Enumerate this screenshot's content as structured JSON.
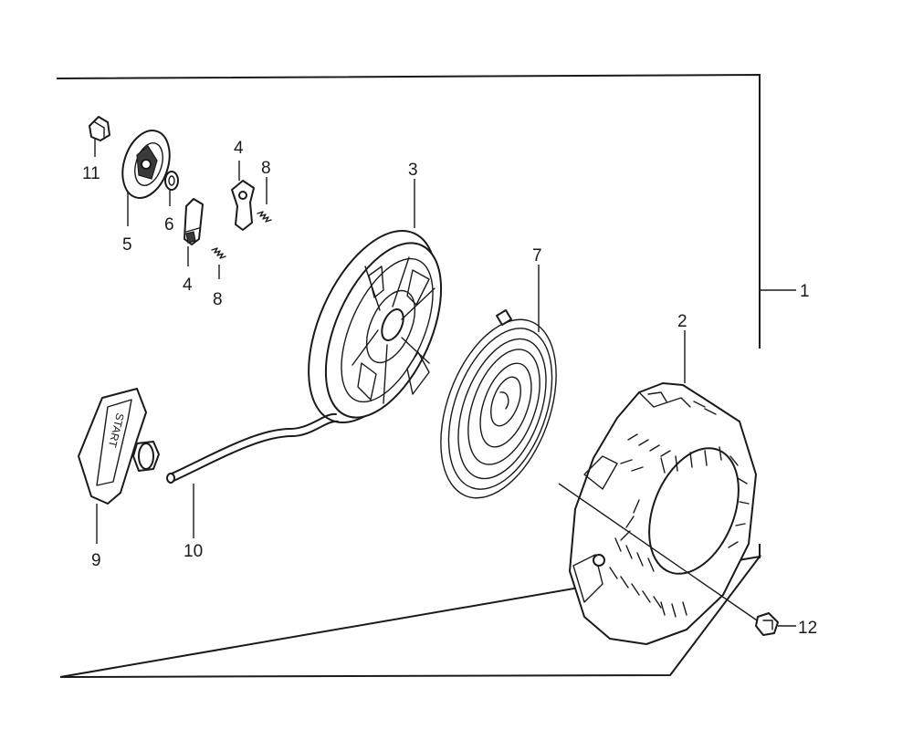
{
  "callouts": {
    "c1": "1",
    "c2": "2",
    "c3": "3",
    "c4a": "4",
    "c4b": "4",
    "c5": "5",
    "c6": "6",
    "c7": "7",
    "c8a": "8",
    "c8b": "8",
    "c9": "9",
    "c10": "10",
    "c11": "11",
    "c12": "12"
  },
  "handle_text": "START",
  "colors": {
    "ink": "#1a1a1a",
    "background": "#ffffff"
  }
}
